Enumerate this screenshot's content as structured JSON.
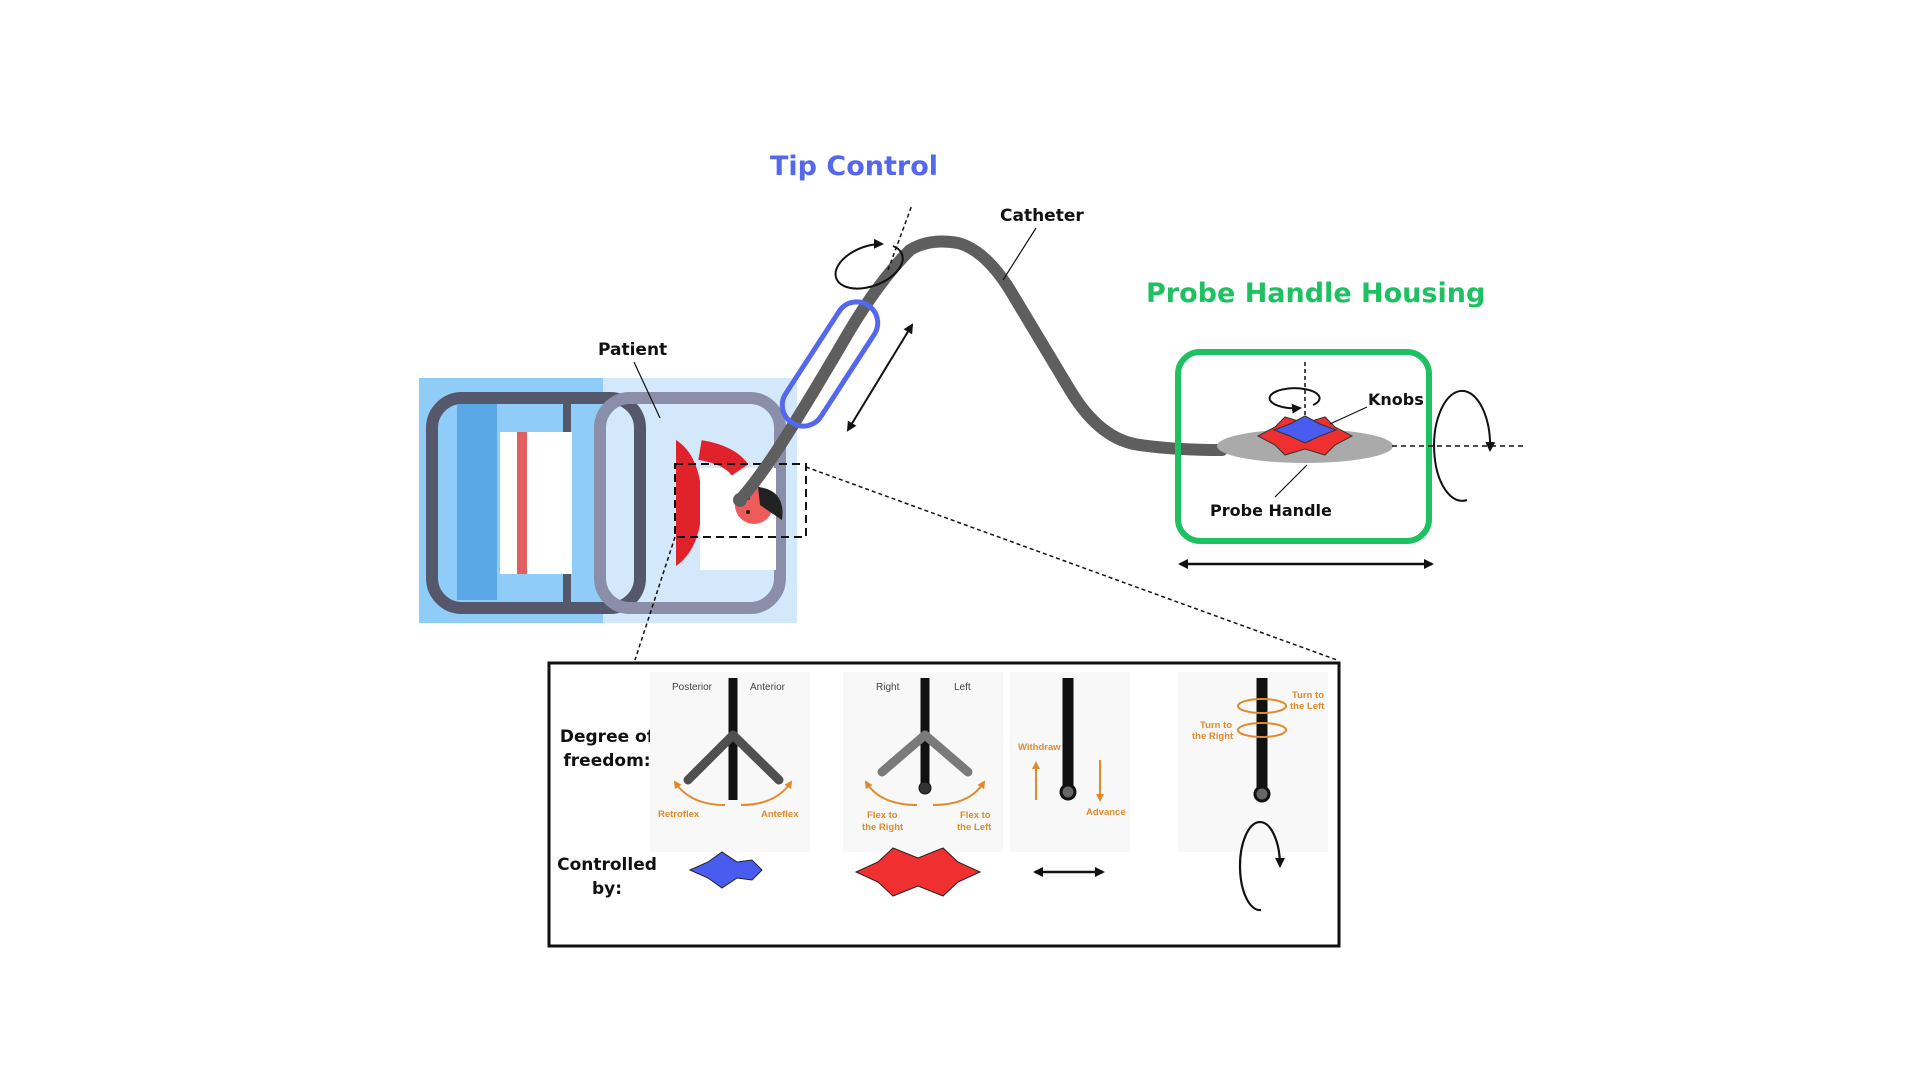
{
  "labels": {
    "tip_control": "Tip Control",
    "catheter": "Catheter",
    "probe_handle_housing": "Probe Handle Housing",
    "patient": "Patient",
    "knobs": "Knobs",
    "probe_handle": "Probe Handle"
  },
  "table": {
    "row1_label_line1": "Degree of",
    "row1_label_line2": "freedom:",
    "row2_label_line1": "Controlled",
    "row2_label_line2": "by:",
    "panel1": {
      "left": "Posterior",
      "right": "Anterior",
      "arc_left": "Retroflex",
      "arc_right": "Anteflex"
    },
    "panel2": {
      "left": "Right",
      "right": "Left",
      "arc_left_1": "Flex to",
      "arc_left_2": "the Right",
      "arc_right_1": "Flex to",
      "arc_right_2": "the Left"
    },
    "panel3": {
      "withdraw": "Withdraw",
      "advance": "Advance"
    },
    "panel4": {
      "turn_left_1": "Turn to",
      "turn_left_2": "the Left",
      "turn_right_1": "Turn to",
      "turn_right_2": "the Right"
    }
  },
  "colors": {
    "tip_control": "#5468ee",
    "probe_housing": "#1ec162",
    "catheter": "#5e5e5e",
    "knob_blue": "#4a5cf0",
    "knob_red": "#f03030",
    "bed_blue": "#8fcdf8",
    "patient_shirt": "#e0222a",
    "orange_annotation": "#e08a2c"
  },
  "icons": {
    "tip_rotation": "rotation-arrow-icon",
    "insertion": "double-arrow-icon",
    "blue_knob": "blue-star-knob-icon",
    "red_knob": "red-star-knob-icon"
  }
}
